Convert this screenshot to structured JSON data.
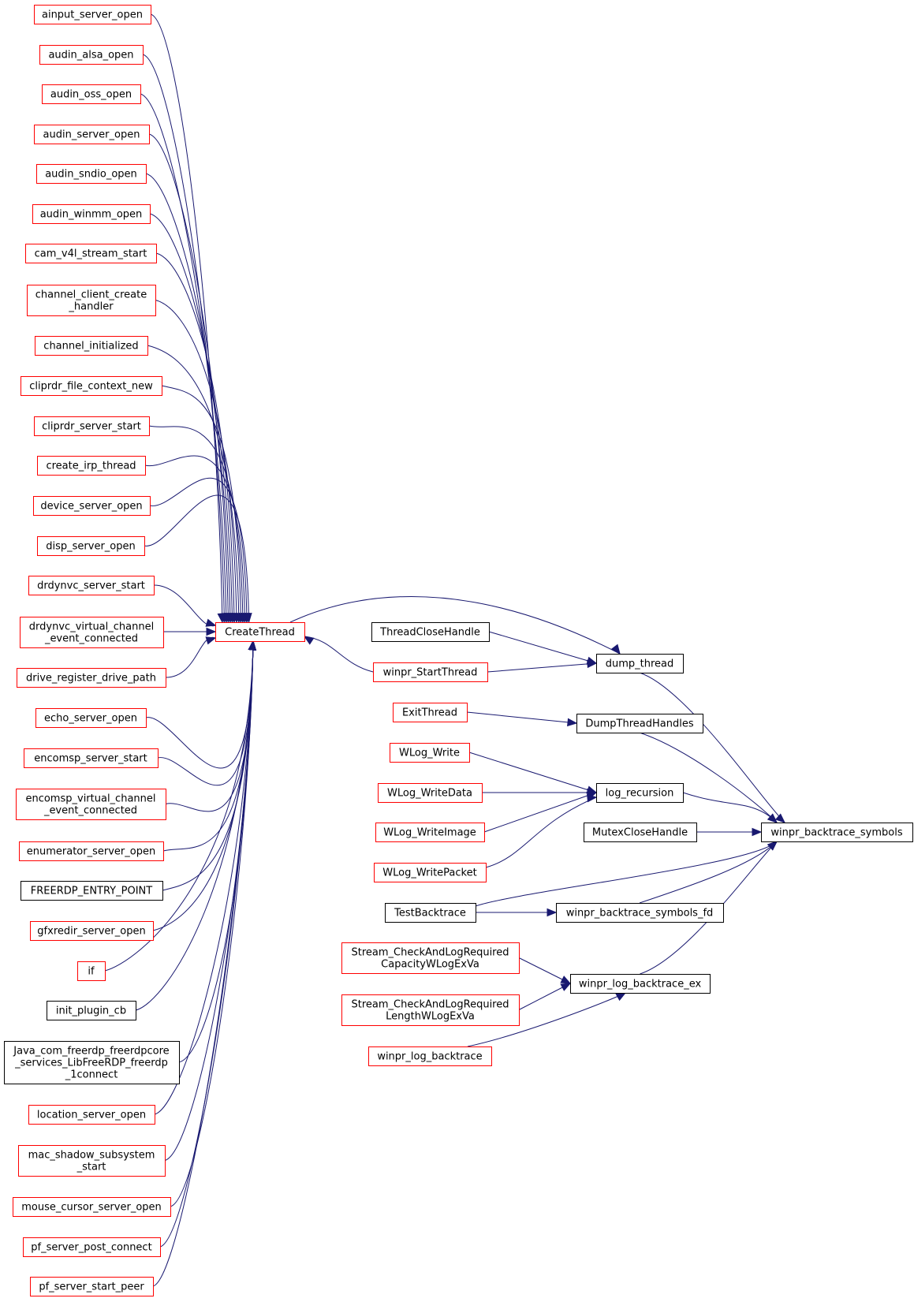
{
  "colors": {
    "edge": "#191970",
    "focus_fill": "#bfbfbf",
    "border_red": "#ff0000",
    "border_black": "#000000"
  },
  "nodes": {
    "ainput_server_open": {
      "lines": [
        "ainput_server_open"
      ],
      "style": "red"
    },
    "audin_alsa_open": {
      "lines": [
        "audin_alsa_open"
      ],
      "style": "red"
    },
    "audin_oss_open": {
      "lines": [
        "audin_oss_open"
      ],
      "style": "red"
    },
    "audin_server_open": {
      "lines": [
        "audin_server_open"
      ],
      "style": "red"
    },
    "audin_sndio_open": {
      "lines": [
        "audin_sndio_open"
      ],
      "style": "red"
    },
    "audin_winmm_open": {
      "lines": [
        "audin_winmm_open"
      ],
      "style": "red"
    },
    "cam_v4l_stream_start": {
      "lines": [
        "cam_v4l_stream_start"
      ],
      "style": "red"
    },
    "channel_client_create_handler": {
      "lines": [
        "channel_client_create",
        "_handler"
      ],
      "style": "red"
    },
    "channel_initialized": {
      "lines": [
        "channel_initialized"
      ],
      "style": "red"
    },
    "cliprdr_file_context_new": {
      "lines": [
        "cliprdr_file_context_new"
      ],
      "style": "red"
    },
    "cliprdr_server_start": {
      "lines": [
        "cliprdr_server_start"
      ],
      "style": "red"
    },
    "create_irp_thread": {
      "lines": [
        "create_irp_thread"
      ],
      "style": "red"
    },
    "device_server_open": {
      "lines": [
        "device_server_open"
      ],
      "style": "red"
    },
    "disp_server_open": {
      "lines": [
        "disp_server_open"
      ],
      "style": "red"
    },
    "drdynvc_server_start": {
      "lines": [
        "drdynvc_server_start"
      ],
      "style": "red"
    },
    "drdynvc_virtual_channel_event_connected": {
      "lines": [
        "drdynvc_virtual_channel",
        "_event_connected"
      ],
      "style": "red"
    },
    "drive_register_drive_path": {
      "lines": [
        "drive_register_drive_path"
      ],
      "style": "red"
    },
    "echo_server_open": {
      "lines": [
        "echo_server_open"
      ],
      "style": "red"
    },
    "encomsp_server_start": {
      "lines": [
        "encomsp_server_start"
      ],
      "style": "red"
    },
    "encomsp_virtual_channel_event_connected": {
      "lines": [
        "encomsp_virtual_channel",
        "_event_connected"
      ],
      "style": "red"
    },
    "enumerator_server_open": {
      "lines": [
        "enumerator_server_open"
      ],
      "style": "red"
    },
    "FREERDP_ENTRY_POINT": {
      "lines": [
        "FREERDP_ENTRY_POINT"
      ],
      "style": "black"
    },
    "gfxredir_server_open": {
      "lines": [
        "gfxredir_server_open"
      ],
      "style": "red"
    },
    "if": {
      "lines": [
        "if"
      ],
      "style": "red"
    },
    "init_plugin_cb": {
      "lines": [
        "init_plugin_cb"
      ],
      "style": "black"
    },
    "Java_connect": {
      "lines": [
        "Java_com_freerdp_freerdpcore",
        "_services_LibFreeRDP_freerdp",
        "_1connect"
      ],
      "style": "black"
    },
    "location_server_open": {
      "lines": [
        "location_server_open"
      ],
      "style": "red"
    },
    "mac_shadow_subsystem_start": {
      "lines": [
        "mac_shadow_subsystem",
        "_start"
      ],
      "style": "red"
    },
    "mouse_cursor_server_open": {
      "lines": [
        "mouse_cursor_server_open"
      ],
      "style": "red"
    },
    "pf_server_post_connect": {
      "lines": [
        "pf_server_post_connect"
      ],
      "style": "red"
    },
    "pf_server_start_peer": {
      "lines": [
        "pf_server_start_peer"
      ],
      "style": "red"
    },
    "CreateThread": {
      "lines": [
        "CreateThread"
      ],
      "style": "red"
    },
    "ThreadCloseHandle": {
      "lines": [
        "ThreadCloseHandle"
      ],
      "style": "black"
    },
    "winpr_StartThread": {
      "lines": [
        "winpr_StartThread"
      ],
      "style": "red"
    },
    "ExitThread": {
      "lines": [
        "ExitThread"
      ],
      "style": "red"
    },
    "WLog_Write": {
      "lines": [
        "WLog_Write"
      ],
      "style": "red"
    },
    "WLog_WriteData": {
      "lines": [
        "WLog_WriteData"
      ],
      "style": "red"
    },
    "WLog_WriteImage": {
      "lines": [
        "WLog_WriteImage"
      ],
      "style": "red"
    },
    "WLog_WritePacket": {
      "lines": [
        "WLog_WritePacket"
      ],
      "style": "red"
    },
    "TestBacktrace": {
      "lines": [
        "TestBacktrace"
      ],
      "style": "black"
    },
    "Stream_CheckCapacity": {
      "lines": [
        "Stream_CheckAndLogRequired",
        "CapacityWLogExVa"
      ],
      "style": "red"
    },
    "Stream_CheckLength": {
      "lines": [
        "Stream_CheckAndLogRequired",
        "LengthWLogExVa"
      ],
      "style": "red"
    },
    "winpr_log_backtrace": {
      "lines": [
        "winpr_log_backtrace"
      ],
      "style": "red"
    },
    "dump_thread": {
      "lines": [
        "dump_thread"
      ],
      "style": "black"
    },
    "DumpThreadHandles": {
      "lines": [
        "DumpThreadHandles"
      ],
      "style": "black"
    },
    "log_recursion": {
      "lines": [
        "log_recursion"
      ],
      "style": "black"
    },
    "MutexCloseHandle": {
      "lines": [
        "MutexCloseHandle"
      ],
      "style": "black"
    },
    "winpr_backtrace_symbols_fd": {
      "lines": [
        "winpr_backtrace_symbols_fd"
      ],
      "style": "black"
    },
    "winpr_log_backtrace_ex": {
      "lines": [
        "winpr_log_backtrace_ex"
      ],
      "style": "black"
    },
    "winpr_backtrace_symbols": {
      "lines": [
        "winpr_backtrace_symbols"
      ],
      "style": "focus"
    }
  },
  "edges": [
    [
      "ainput_server_open",
      "CreateThread"
    ],
    [
      "audin_alsa_open",
      "CreateThread"
    ],
    [
      "audin_oss_open",
      "CreateThread"
    ],
    [
      "audin_server_open",
      "CreateThread"
    ],
    [
      "audin_sndio_open",
      "CreateThread"
    ],
    [
      "audin_winmm_open",
      "CreateThread"
    ],
    [
      "cam_v4l_stream_start",
      "CreateThread"
    ],
    [
      "channel_client_create_handler",
      "CreateThread"
    ],
    [
      "channel_initialized",
      "CreateThread"
    ],
    [
      "cliprdr_file_context_new",
      "CreateThread"
    ],
    [
      "cliprdr_server_start",
      "CreateThread"
    ],
    [
      "create_irp_thread",
      "CreateThread"
    ],
    [
      "device_server_open",
      "CreateThread"
    ],
    [
      "disp_server_open",
      "CreateThread"
    ],
    [
      "drdynvc_server_start",
      "CreateThread"
    ],
    [
      "drdynvc_virtual_channel_event_connected",
      "CreateThread"
    ],
    [
      "drive_register_drive_path",
      "CreateThread"
    ],
    [
      "echo_server_open",
      "CreateThread"
    ],
    [
      "encomsp_server_start",
      "CreateThread"
    ],
    [
      "encomsp_virtual_channel_event_connected",
      "CreateThread"
    ],
    [
      "enumerator_server_open",
      "CreateThread"
    ],
    [
      "FREERDP_ENTRY_POINT",
      "CreateThread"
    ],
    [
      "gfxredir_server_open",
      "CreateThread"
    ],
    [
      "if",
      "CreateThread"
    ],
    [
      "init_plugin_cb",
      "CreateThread"
    ],
    [
      "Java_connect",
      "CreateThread"
    ],
    [
      "location_server_open",
      "CreateThread"
    ],
    [
      "mac_shadow_subsystem_start",
      "CreateThread"
    ],
    [
      "mouse_cursor_server_open",
      "CreateThread"
    ],
    [
      "pf_server_post_connect",
      "CreateThread"
    ],
    [
      "pf_server_start_peer",
      "CreateThread"
    ],
    [
      "CreateThread",
      "dump_thread"
    ],
    [
      "winpr_StartThread",
      "CreateThread"
    ],
    [
      "ThreadCloseHandle",
      "dump_thread"
    ],
    [
      "winpr_StartThread",
      "dump_thread"
    ],
    [
      "ExitThread",
      "DumpThreadHandles"
    ],
    [
      "WLog_Write",
      "log_recursion"
    ],
    [
      "WLog_WriteData",
      "log_recursion"
    ],
    [
      "WLog_WriteImage",
      "log_recursion"
    ],
    [
      "WLog_WritePacket",
      "log_recursion"
    ],
    [
      "TestBacktrace",
      "winpr_backtrace_symbols"
    ],
    [
      "TestBacktrace",
      "winpr_backtrace_symbols_fd"
    ],
    [
      "Stream_CheckCapacity",
      "winpr_log_backtrace_ex"
    ],
    [
      "Stream_CheckLength",
      "winpr_log_backtrace_ex"
    ],
    [
      "winpr_log_backtrace",
      "winpr_log_backtrace_ex"
    ],
    [
      "dump_thread",
      "winpr_backtrace_symbols"
    ],
    [
      "DumpThreadHandles",
      "winpr_backtrace_symbols"
    ],
    [
      "log_recursion",
      "winpr_backtrace_symbols"
    ],
    [
      "MutexCloseHandle",
      "winpr_backtrace_symbols"
    ],
    [
      "winpr_backtrace_symbols_fd",
      "winpr_backtrace_symbols"
    ],
    [
      "winpr_log_backtrace_ex",
      "winpr_backtrace_symbols"
    ]
  ]
}
